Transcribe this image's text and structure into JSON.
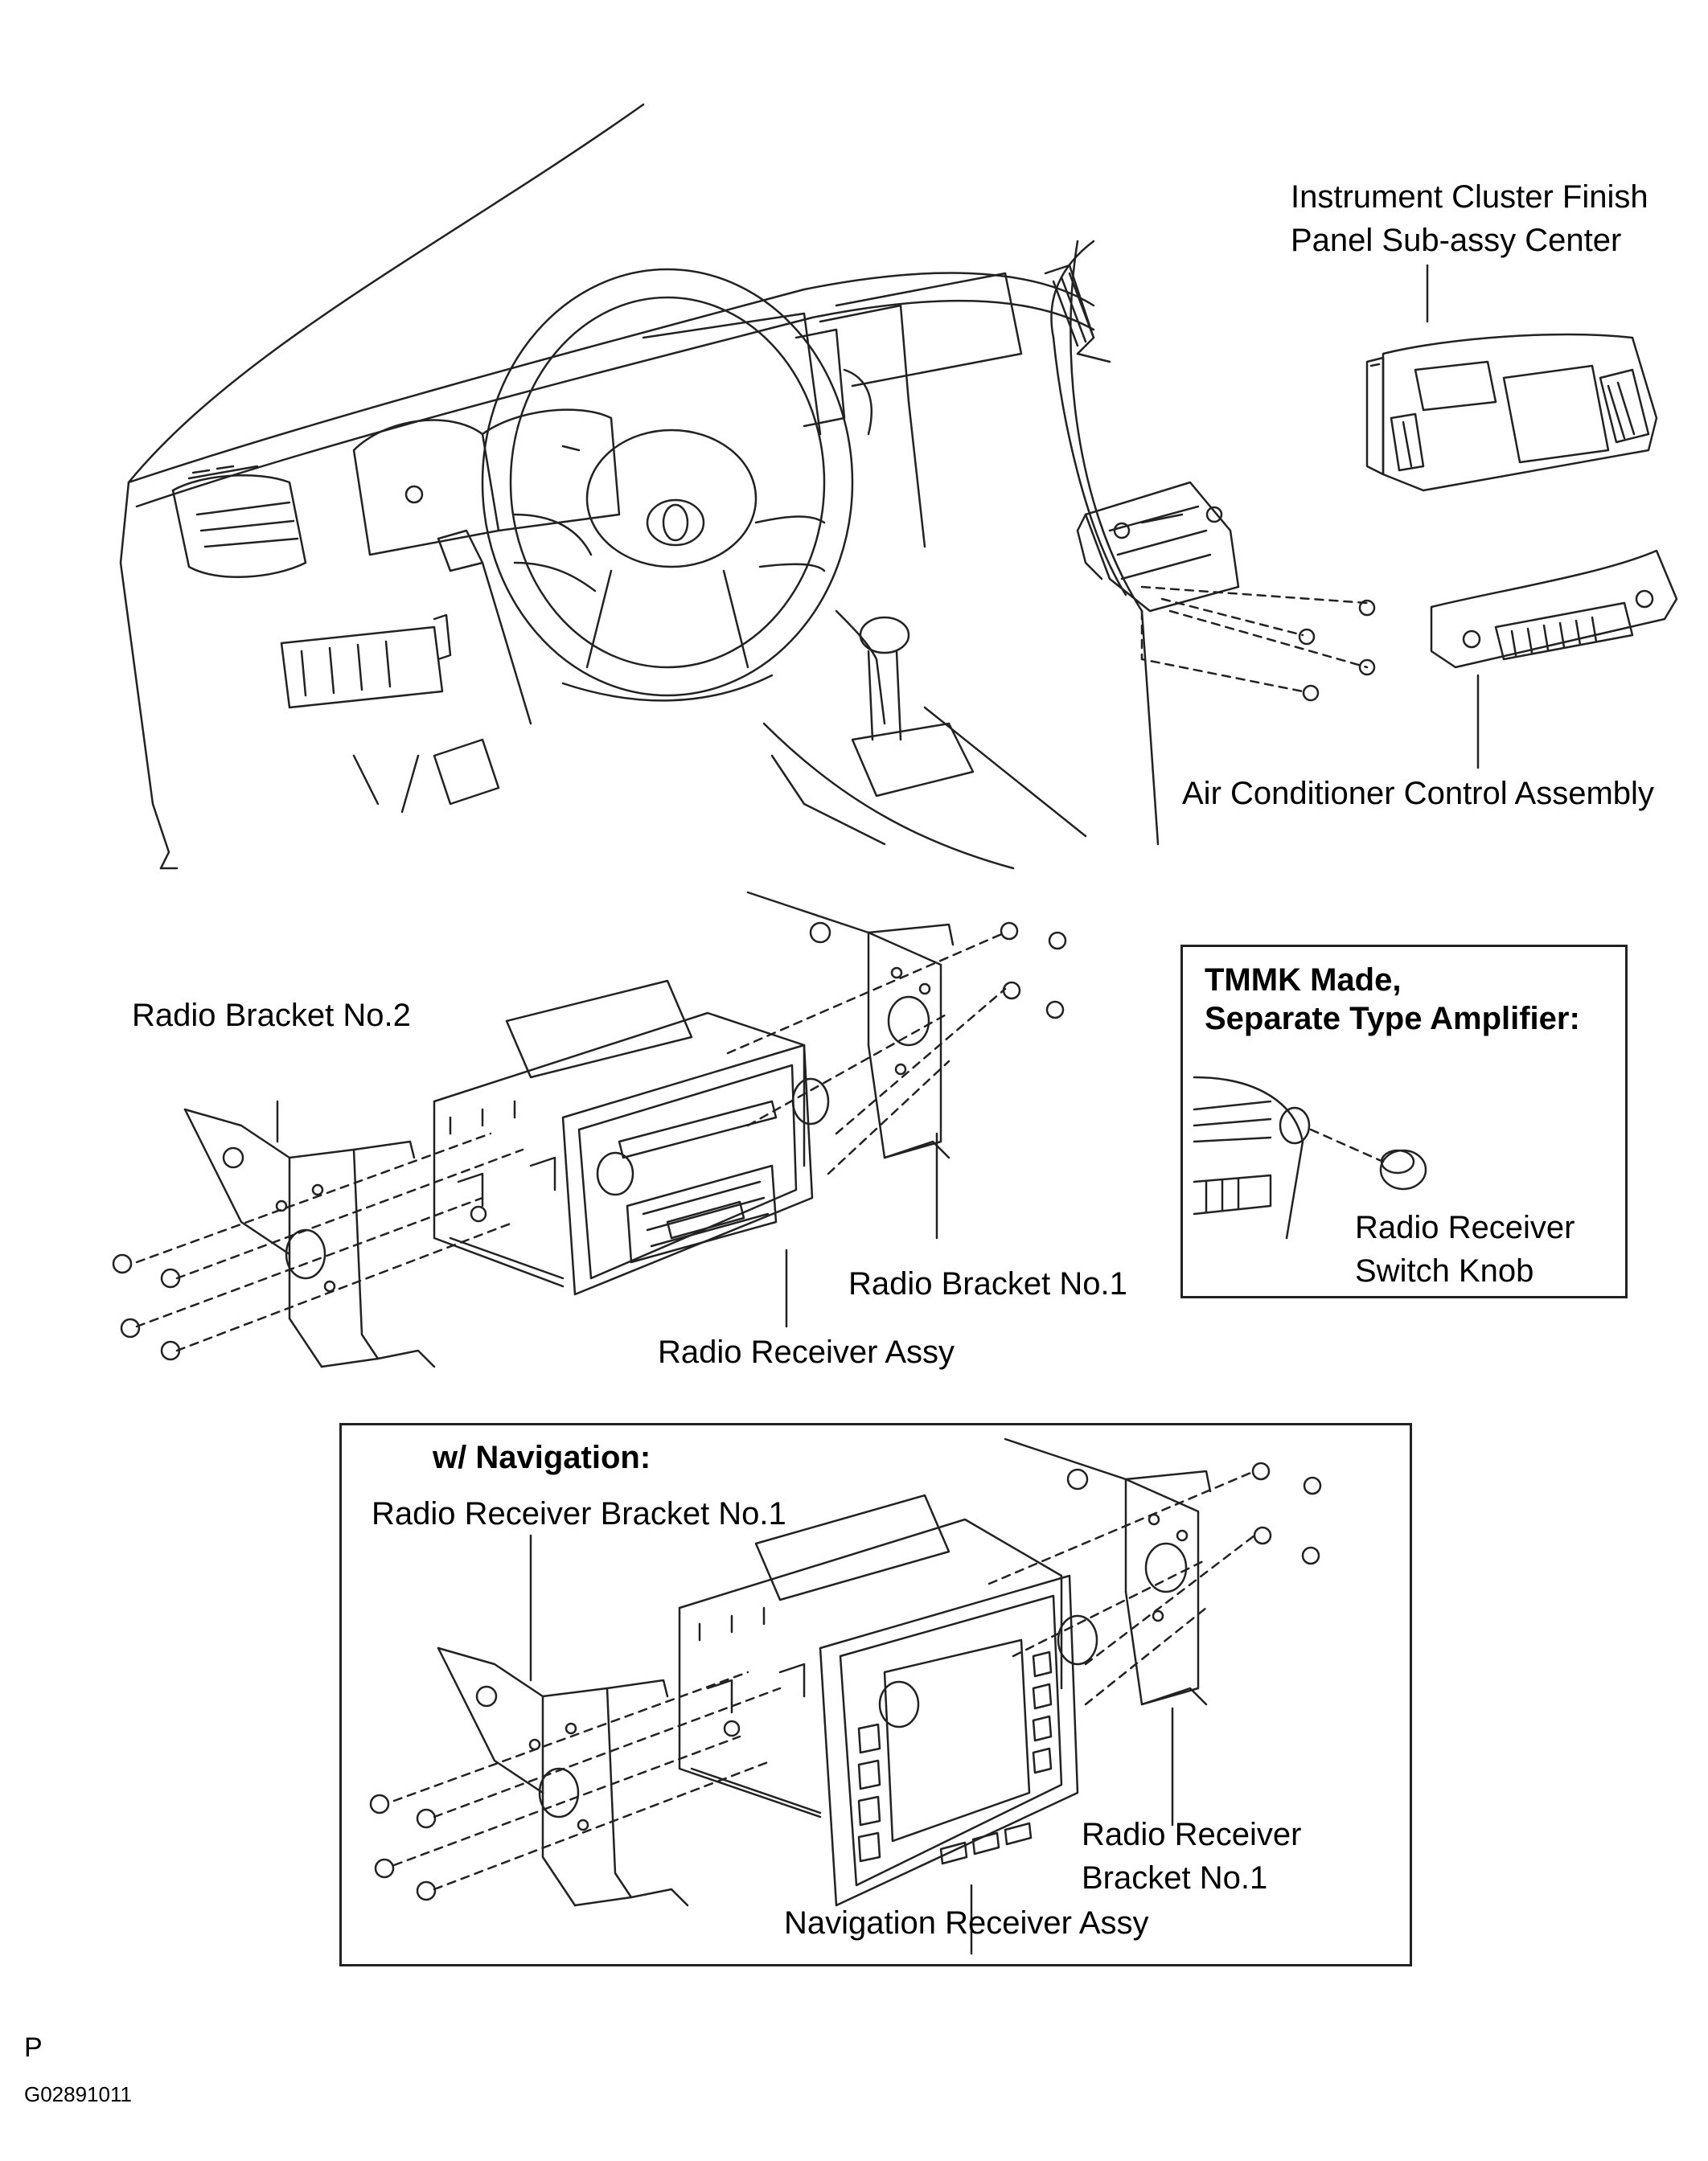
{
  "labels": {
    "cluster_line1": "Instrument Cluster Finish",
    "cluster_line2": "Panel Sub-assy Center",
    "ac_control": "Air Conditioner Control Assembly",
    "radio_bracket_2": "Radio Bracket No.2",
    "radio_bracket_1": "Radio Bracket No.1",
    "radio_receiver_assy": "Radio Receiver Assy",
    "inset_title_line1": "TMMK Made,",
    "inset_title_line2": "Separate Type Amplifier:",
    "switch_knob_line1": "Radio Receiver",
    "switch_knob_line2": "Switch Knob",
    "nav_title": "w/ Navigation:",
    "nav_bracket_left": "Radio Receiver Bracket No.1",
    "nav_bracket_right_line1": "Radio Receiver",
    "nav_bracket_right_line2": "Bracket No.1",
    "nav_receiver_assy": "Navigation Receiver Assy"
  },
  "footer": {
    "p_mark": "P",
    "figure_code": "G02891011"
  }
}
